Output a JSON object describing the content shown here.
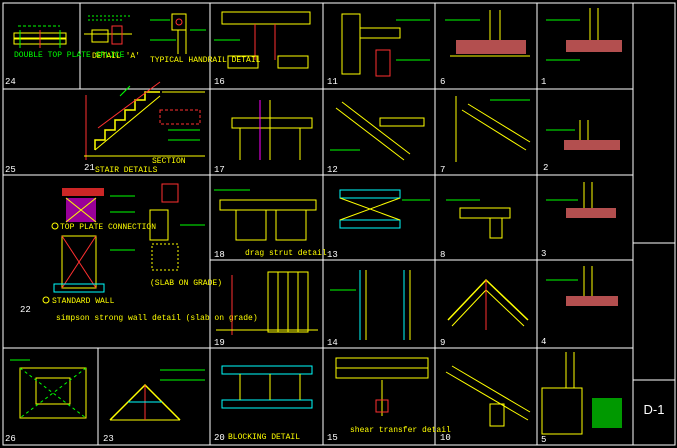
{
  "drawing": {
    "sheet_number": "D-1",
    "colors": {
      "background": "#000000",
      "frame": "#ffffff",
      "yellow": "#ffff00",
      "green": "#00ff00",
      "cyan": "#00ffff",
      "magenta": "#ff00ff",
      "red": "#ff3030",
      "blue": "#3060ff",
      "pink": "#ff7070"
    },
    "details": [
      {
        "id": "d24",
        "number": "24",
        "caption": "DOUBLE TOP PLATE SPLICE"
      },
      {
        "id": "d21top",
        "number": "",
        "caption": "DETAIL 'A'"
      },
      {
        "id": "d21rail",
        "number": "",
        "caption": "TYPICAL HANDRAIL DETAIL"
      },
      {
        "id": "d16",
        "number": "16",
        "caption": ""
      },
      {
        "id": "d11",
        "number": "11",
        "caption": ""
      },
      {
        "id": "d6",
        "number": "6",
        "caption": ""
      },
      {
        "id": "d1",
        "number": "1",
        "caption": ""
      },
      {
        "id": "d25",
        "number": "25",
        "caption": ""
      },
      {
        "id": "d21",
        "number": "21",
        "caption": "STAIR DETAILS"
      },
      {
        "id": "d21sec",
        "number": "",
        "caption": "SECTION"
      },
      {
        "id": "d17",
        "number": "17",
        "caption": ""
      },
      {
        "id": "d12",
        "number": "12",
        "caption": ""
      },
      {
        "id": "d7",
        "number": "7",
        "caption": ""
      },
      {
        "id": "d2",
        "number": "2",
        "caption": ""
      },
      {
        "id": "d22a",
        "number": "",
        "caption": "TOP PLATE CONNECTION"
      },
      {
        "id": "d22b",
        "number": "",
        "caption": "STANDARD WALL"
      },
      {
        "id": "d22",
        "number": "22",
        "caption": "simpson strong wall detail (slab on grade)"
      },
      {
        "id": "d22c",
        "number": "",
        "caption": "(SLAB ON GRADE)"
      },
      {
        "id": "d18",
        "number": "18",
        "caption": "drag strut detail"
      },
      {
        "id": "d13",
        "number": "13",
        "caption": ""
      },
      {
        "id": "d8",
        "number": "8",
        "caption": ""
      },
      {
        "id": "d3",
        "number": "3",
        "caption": ""
      },
      {
        "id": "d19",
        "number": "19",
        "caption": ""
      },
      {
        "id": "d14",
        "number": "14",
        "caption": ""
      },
      {
        "id": "d9",
        "number": "9",
        "caption": ""
      },
      {
        "id": "d4",
        "number": "4",
        "caption": ""
      },
      {
        "id": "d26",
        "number": "26",
        "caption": ""
      },
      {
        "id": "d23",
        "number": "23",
        "caption": ""
      },
      {
        "id": "d20",
        "number": "20",
        "caption": "BLOCKING DETAIL"
      },
      {
        "id": "d15",
        "number": "15",
        "caption": "shear transfer detail"
      },
      {
        "id": "d10",
        "number": "10",
        "caption": ""
      },
      {
        "id": "d5",
        "number": "5",
        "caption": ""
      }
    ]
  }
}
